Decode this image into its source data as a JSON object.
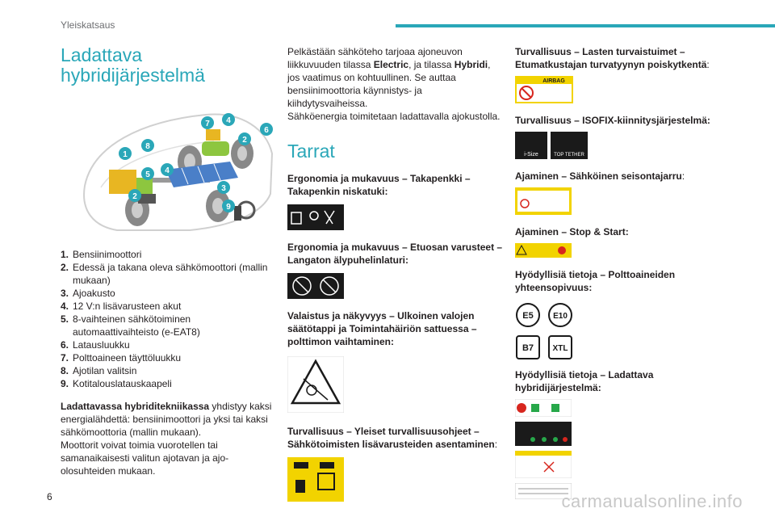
{
  "header": {
    "section": "Yleiskatsaus"
  },
  "col1": {
    "title": "Ladattava hybridijärjestelmä",
    "figure_markers": [
      "1",
      "2",
      "3",
      "4",
      "5",
      "6",
      "7",
      "8",
      "9"
    ],
    "components": [
      {
        "num": "1.",
        "text": "Bensiinimoottori"
      },
      {
        "num": "2.",
        "text": "Edessä ja takana oleva sähkömoottori (mallin mukaan)"
      },
      {
        "num": "3.",
        "text": "Ajoakusto"
      },
      {
        "num": "4.",
        "text": "12 V:n lisävarusteen akut"
      },
      {
        "num": "5.",
        "text": "8-vaihteinen sähkötoiminen automaattivaihteisto (e-EAT8)"
      },
      {
        "num": "6.",
        "text": "Latausluukku"
      },
      {
        "num": "7.",
        "text": "Polttoaineen täyttöluukku"
      },
      {
        "num": "8.",
        "text": "Ajotilan valitsin"
      },
      {
        "num": "9.",
        "text": "Kotitalouslatauskaapeli"
      }
    ],
    "para_bold": "Ladattavassa hybriditekniikassa",
    "para_rest": " yhdistyy kaksi energialähdettä: bensiinimoottori ja yksi tai kaksi sähkömoottoria (mallin mukaan).",
    "para2": "Moottorit voivat toimia vuorotellen tai samanaikaisesti valitun ajotavan ja ajo-olosuhteiden mukaan."
  },
  "col2": {
    "p1_a": "Pelkästään sähköteho tarjoaa ajoneuvon liikkuvuuden tilassa ",
    "p1_b": "Electric",
    "p1_c": ", ja tilassa ",
    "p1_d": "Hybridi",
    "p1_e": ", jos vaatimus on kohtuullinen. Se auttaa bensiinimoottoria käynnistys- ja kiihdytysvaiheissa.",
    "p2": "Sähköenergia toimitetaan ladattavalla ajokustolla.",
    "heading": "Tarrat",
    "sub1": "Ergonomia ja mukavuus – Takapenkki – Takapenkin niskatuki:",
    "sub2": "Ergonomia ja mukavuus – Etuosan varusteet – Langaton älypuhelinlaturi:",
    "sub3": "Valaistus ja näkyvyys – Ulkoinen valojen säätötappi ja Toimintahäiriön sattuessa – polttimon vaihtaminen:",
    "sub4": "Turvallisuus – Yleiset turvallisuusohjeet – Sähkötoimisten lisävarusteiden asentaminen",
    "sub4_colon": ":"
  },
  "col3": {
    "sub1": "Turvallisuus – Lasten turvaistuimet – Etumatkustajan turvatyynyn poiskytkentä",
    "sub1_colon": ":",
    "airbag_text": "AIRBAG",
    "sub2": "Turvallisuus – ISOFIX-kiinnitysjärjestelmä:",
    "isize_text": "i-Size",
    "tether_text": "TOP TETHER",
    "sub3": "Ajaminen – Sähköinen seisontajarru",
    "sub3_colon": ":",
    "sub4": "Ajaminen – Stop & Start:",
    "sub5": "Hyödyllisiä tietoja – Polttoaineiden yhteensopivuus:",
    "fuels_row1": [
      "E5",
      "E10"
    ],
    "fuels_row2": [
      "B7",
      "XTL"
    ],
    "sub6": "Hyödyllisiä tietoja – Ladattava hybridijärjestelmä:"
  },
  "footer": {
    "page": "6",
    "watermark": "carmanualsonline.info"
  }
}
